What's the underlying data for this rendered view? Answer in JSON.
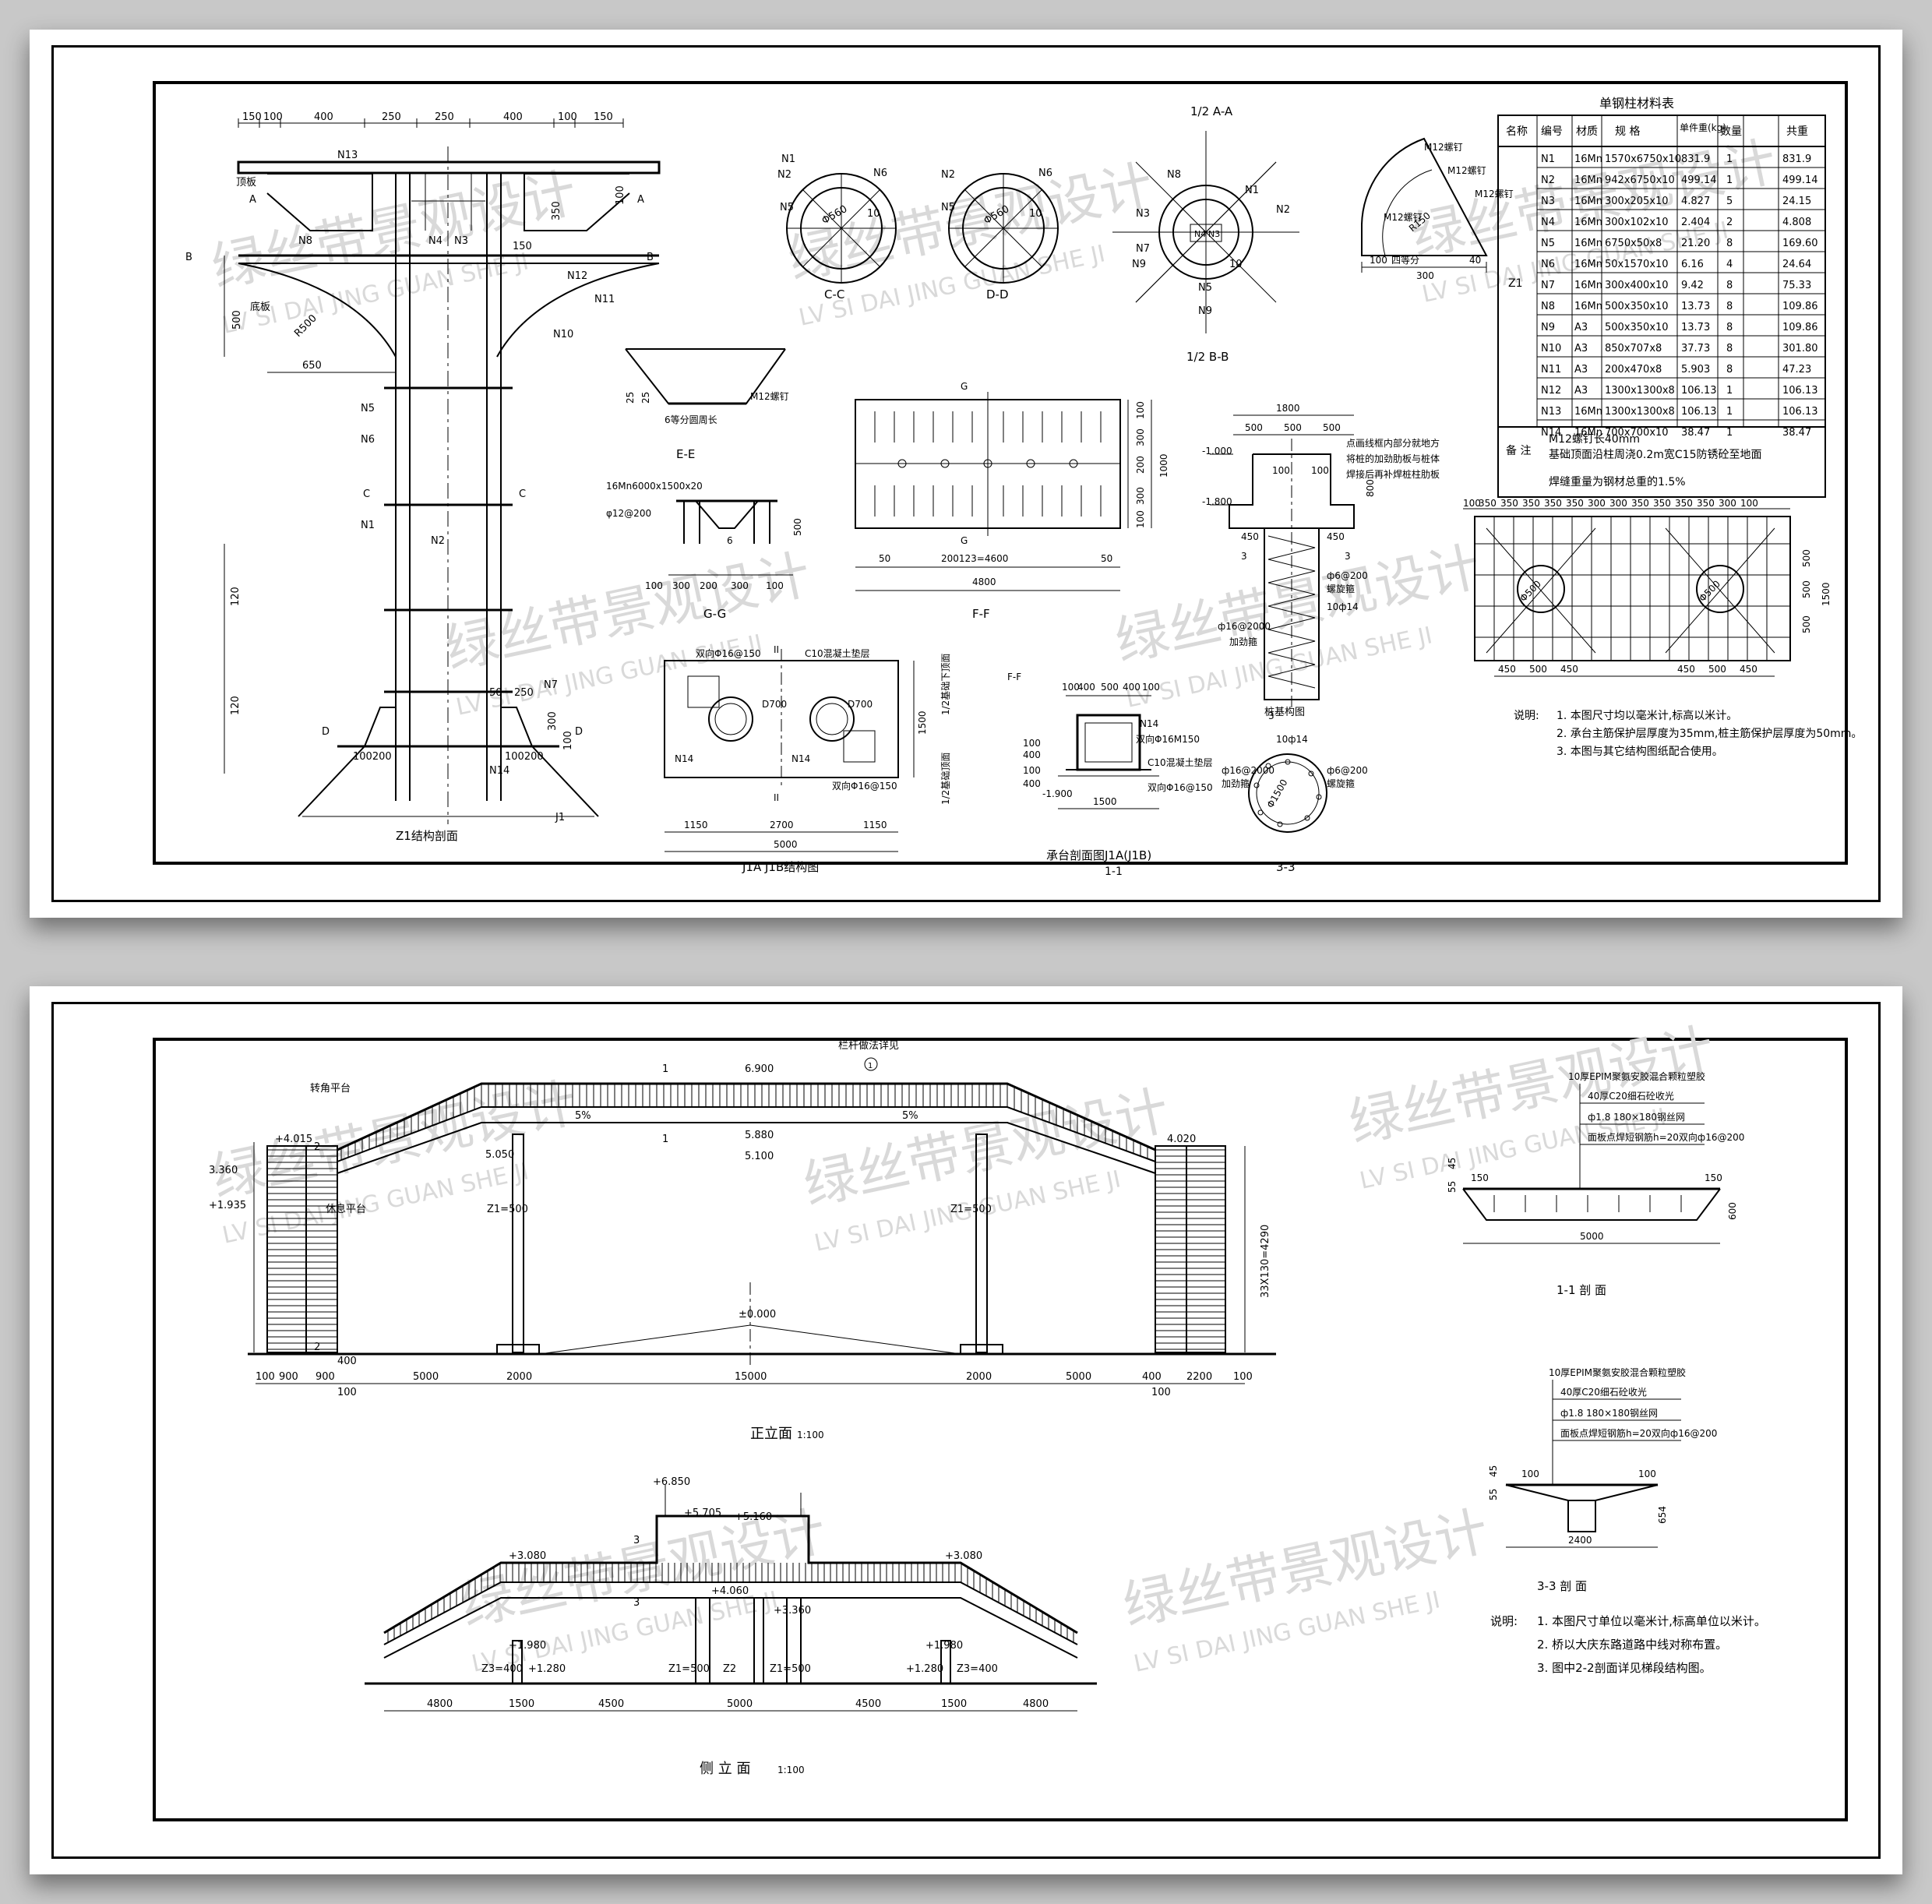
{
  "sheet1": {
    "views": {
      "z1": "Z1结构剖面",
      "cc": "C-C",
      "dd": "D-D",
      "aa": "1/2 A-A",
      "bb": "1/2 B-B",
      "ee": "E-E",
      "ff": "F-F",
      "gg": "G-G",
      "j1a": "J1A J1B结构图",
      "cap": "承台剖面图J1A(J1B)",
      "cap_sub": "1-1",
      "pile": "桩基构图",
      "s33": "3-3"
    },
    "z1_dims_top": [
      "150",
      "100",
      "400",
      "250",
      "250",
      "400",
      "100",
      "150"
    ],
    "z1_labels": {
      "top_plate": "顶板",
      "bottom_plate": "底板",
      "n13": "N13",
      "n8": "N8",
      "n4": "N4",
      "n3": "N3",
      "n12": "N12",
      "n11": "N11",
      "n10": "N10",
      "n5": "N5",
      "n6": "N6",
      "n1": "N1",
      "n2": "N2",
      "n7": "N7",
      "n14": "N14",
      "j1": "J1",
      "a": "A",
      "b": "B",
      "c": "C",
      "d": "D",
      "d150": "150",
      "d350": "350",
      "d100": "100",
      "d500": "500",
      "d650": "650",
      "r": "R500",
      "d120a": "120",
      "d120b": "120",
      "d50": "50",
      "d250": "250",
      "d300": "300",
      "d100b": "100",
      "d100200a": "100200",
      "d100200b": "100200"
    },
    "ring_labels": {
      "n1": "N1",
      "n2": "N2",
      "n5": "N5",
      "n6": "N6",
      "n4": "N4",
      "n3": "N3",
      "n9": "N9",
      "n8": "N8",
      "n7": "N7",
      "d": "Φ560",
      "e": "10"
    },
    "fan_labels": {
      "m12a": "M12螺钉",
      "m12b": "M12螺钉",
      "m12c": "M12螺钉",
      "m12d": "M12螺钉",
      "r150": "R150",
      "d300": "300",
      "d100": "100",
      "d40": "40",
      "note": "四等分"
    },
    "ee_labels": {
      "m12": "M12螺钉",
      "note": "6等分圆周长",
      "d25": "25",
      "d25b": "25"
    },
    "gg_labels": {
      "plate": "16Mn6000x1500x20",
      "rebar": "φ12@200",
      "d500": "500",
      "dims": [
        "100",
        "300",
        "200",
        "300",
        "100"
      ],
      "n6": "6"
    },
    "ff_labels": {
      "g": "G",
      "dims_r": [
        "100",
        "300",
        "200",
        "300",
        "100"
      ],
      "d1000": "1000",
      "span": "200123=4600",
      "d50a": "50",
      "d50b": "50",
      "total": "4800"
    },
    "j1a_labels": {
      "rebar1": "双向Φ16@150",
      "conc": "C10混凝土垫层",
      "d700a": "D700",
      "d700b": "D700",
      "n14a": "N14",
      "n14b": "N14",
      "rebar2": "双向Φ16@150",
      "d1500": "1500",
      "side": "1/2基础顶面",
      "side2": "1/2基础下顶面",
      "ii": "II",
      "ii2": "II",
      "dims": [
        "1150",
        "2700",
        "1150"
      ],
      "total": "5000"
    },
    "cap_labels": {
      "ff": "F-F",
      "dims": [
        "100",
        "400",
        "500",
        "400",
        "100"
      ],
      "n14": "N14",
      "conc": "C10混凝土垫层",
      "rebar": "双向Φ16@150",
      "rebar2": "双向Φ16M150",
      "el": "-1.900",
      "d1500": "1500",
      "d100": "100",
      "d400": "400",
      "d100b": "100",
      "d400b": "400",
      "d1500b": "1500"
    },
    "pile_labels": {
      "d1800": "1800",
      "dims": [
        "500",
        "500",
        "500"
      ],
      "el1": "-1.000",
      "el2": "-1.800",
      "d100": "100",
      "d100b": "100",
      "d800": "800",
      "d450": "450",
      "d450b": "450",
      "n3a": "3",
      "n3b": "3",
      "spiral": "ф6@200",
      "spiral2": "螺旋箍",
      "main": "ф16@2000",
      "main2": "加劲箍",
      "bars": "10ф14",
      "note1": "点画线框内部分就地方",
      "note2": "将桩的加劲肋板与桩体",
      "note3": "焊接后再补焊桩柱肋板"
    },
    "s33_labels": {
      "bars": "10ф14",
      "d": "Φ1500",
      "spiral": "ф6@200",
      "spiral2": "螺旋箍",
      "main": "ф16@2000",
      "main2": "加劲箍"
    },
    "table": {
      "title": "单钢柱材料表",
      "headers": [
        "名称",
        "编号",
        "材质",
        "规 格",
        "单件重(kg)",
        "数量",
        "共重"
      ],
      "group": "Z1",
      "rows": [
        [
          "N1",
          "16Mn",
          "1570x6750x10",
          "831.9",
          "1",
          "831.9"
        ],
        [
          "N2",
          "16Mn",
          "942x6750x10",
          "499.14",
          "1",
          "499.14"
        ],
        [
          "N3",
          "16Mn",
          "300x205x10",
          "4.827",
          "5",
          "24.15"
        ],
        [
          "N4",
          "16Mn",
          "300x102x10",
          "2.404",
          "2",
          "4.808"
        ],
        [
          "N5",
          "16Mn",
          "6750x50x8",
          "21.20",
          "8",
          "169.60"
        ],
        [
          "N6",
          "16Mn",
          "50x1570x10",
          "6.16",
          "4",
          "24.64"
        ],
        [
          "N7",
          "16Mn",
          "300x400x10",
          "9.42",
          "8",
          "75.33"
        ],
        [
          "N8",
          "16Mn",
          "500x350x10",
          "13.73",
          "8",
          "109.86"
        ],
        [
          "N9",
          "A3",
          "500x350x10",
          "13.73",
          "8",
          "109.86"
        ],
        [
          "N10",
          "A3",
          "850x707x8",
          "37.73",
          "8",
          "301.80"
        ],
        [
          "N11",
          "A3",
          "200x470x8",
          "5.903",
          "8",
          "47.23"
        ],
        [
          "N12",
          "A3",
          "1300x1300x8",
          "106.13",
          "1",
          "106.13"
        ],
        [
          "N13",
          "16Mn",
          "1300x1300x8",
          "106.13",
          "1",
          "106.13"
        ],
        [
          "N14",
          "16Mn",
          "700x700x10",
          "38.47",
          "1",
          "38.47"
        ]
      ],
      "remark_label": "备 注",
      "remarks": [
        "M12螺钉长40mm",
        "基础顶面沿柱周浇0.2m宽C15防锈砼至地面",
        "焊缝重量为钢材总重的1.5%"
      ]
    },
    "plan": {
      "top_dims": [
        "100",
        "350",
        "350",
        "350",
        "350",
        "350",
        "300",
        "300",
        "350",
        "350",
        "350",
        "350",
        "300",
        "100"
      ],
      "right_dims": [
        "500",
        "500",
        "500"
      ],
      "total": "1500",
      "bot_dims": [
        "450",
        "500",
        "450",
        "450",
        "500",
        "450"
      ],
      "c1": "Φ500",
      "c2": "Φ500"
    },
    "notes": {
      "label": "说明:",
      "items": [
        "1. 本图尺寸均以毫米计,标高以米计。",
        "2. 承台主筋保护层厚度为35mm,桩主筋保护层厚度为50mm。",
        "3. 本图与其它结构图纸配合使用。"
      ]
    }
  },
  "sheet2": {
    "front": {
      "title": "正立面",
      "scale": "1:100",
      "labels": {
        "rail": "栏杆做法详见",
        "rail_ref": "1",
        "turn": "转角平台",
        "rest": "休息平台",
        "e6900": "6.900",
        "e5880": "5.880",
        "e5100": "5.100",
        "e5050": "5.050",
        "e4015": "+4.015",
        "e4020": "4.020",
        "e3360": "3.360",
        "e1935": "+1.935",
        "e0": "±0.000",
        "s1": "5%",
        "s2": "5%",
        "z1a": "Z1=500",
        "z1b": "Z1=500",
        "step": "33X130=4290",
        "m1": "1",
        "m1b": "1",
        "m2": "2",
        "m2b": "2"
      },
      "dims": [
        "100",
        "900",
        "900",
        "400",
        "5000",
        "2000",
        "15000",
        "2000",
        "5000",
        "400",
        "2200",
        "100"
      ],
      "dims_sub": [
        "400",
        "100",
        "100"
      ]
    },
    "side": {
      "title": "侧 立 面",
      "scale": "1:100",
      "labels": {
        "e6850": "+6.850",
        "e5705": "+5.705",
        "e5160": "+5.160",
        "e4060": "+4.060",
        "e3360": "+3.360",
        "e3080a": "+3.080",
        "e3080b": "+3.080",
        "e1980a": "+1.980",
        "e1980b": "+1.980",
        "e1280a": "+1.280",
        "e1280b": "+1.280",
        "z3a": "Z3=400",
        "z3b": "Z3=400",
        "z1a": "Z1=500",
        "z1b": "Z1=500",
        "z2": "Z2",
        "m3": "3",
        "m3b": "3"
      },
      "dims": [
        "4800",
        "1500",
        "4500",
        "5000",
        "4500",
        "1500",
        "4800"
      ]
    },
    "sec11": {
      "title": "1-1 剖 面",
      "layers": [
        "10厚EPIM聚氨安胶混合颗粒塑胶",
        "40厚C20细石砼收光",
        "ф1.8 180×180钢丝网",
        "面板点焊短钢筋h=20双向ф16@200"
      ],
      "dims": {
        "d150": "150",
        "d150b": "150",
        "d55": "55",
        "d45": "45",
        "d600": "600",
        "d5000": "5000"
      }
    },
    "sec33": {
      "title": "3-3 剖 面",
      "layers": [
        "10厚EPIM聚氨安胶混合颗粒塑胶",
        "40厚C20细石砼收光",
        "ф1.8 180×180钢丝网",
        "面板点焊短钢筋h=20双向ф16@200"
      ],
      "dims": {
        "d100": "100",
        "d100b": "100",
        "d55": "55",
        "d45": "45",
        "d654": "654",
        "d2400": "2400"
      }
    },
    "notes": {
      "label": "说明:",
      "items": [
        "1. 本图尺寸单位以毫米计,标高单位以米计。",
        "2. 桥以大庆东路道路中线对称布置。",
        "3. 图中2-2剖面详见梯段结构图。"
      ]
    }
  },
  "watermark": {
    "cn": "绿丝带景观设计",
    "en": "LV SI DAI JING GUAN SHE JI"
  }
}
